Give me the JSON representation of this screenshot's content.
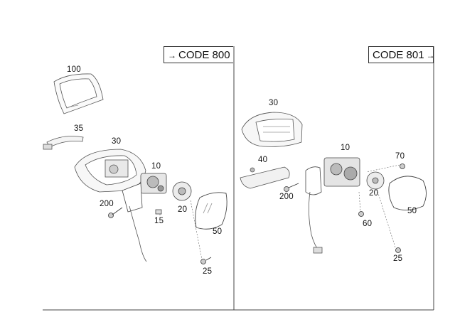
{
  "panels": {
    "left": {
      "code_label": "CODE 800",
      "arrow": "→"
    },
    "right": {
      "code_label": "CODE 801",
      "arrow": "→"
    }
  },
  "left_labels": {
    "l100": "100",
    "l35": "35",
    "l30": "30",
    "l10": "10",
    "l200": "200",
    "l15": "15",
    "l20": "20",
    "l50": "50",
    "l25": "25"
  },
  "right_labels": {
    "l30": "30",
    "l10": "10",
    "l70": "70",
    "l40": "40",
    "l20": "20",
    "l200": "200",
    "l50": "50",
    "l60": "60",
    "l25": "25"
  }
}
